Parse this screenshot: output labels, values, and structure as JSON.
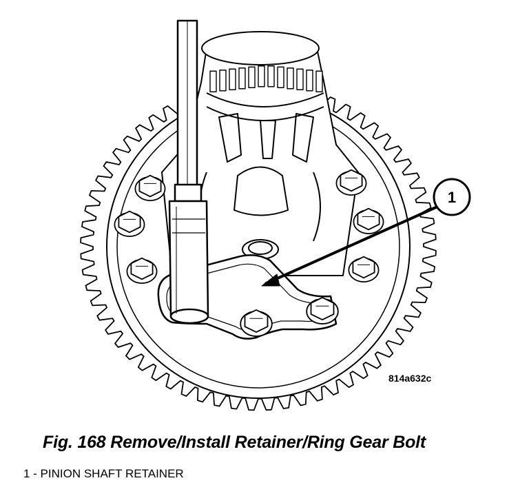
{
  "figure": {
    "caption": "Fig. 168 Remove/Install Retainer/Ring Gear Bolt",
    "figure_id": "814a632c",
    "callout": "1",
    "legend": [
      {
        "text": "1 - PINION SHAFT RETAINER"
      }
    ]
  }
}
